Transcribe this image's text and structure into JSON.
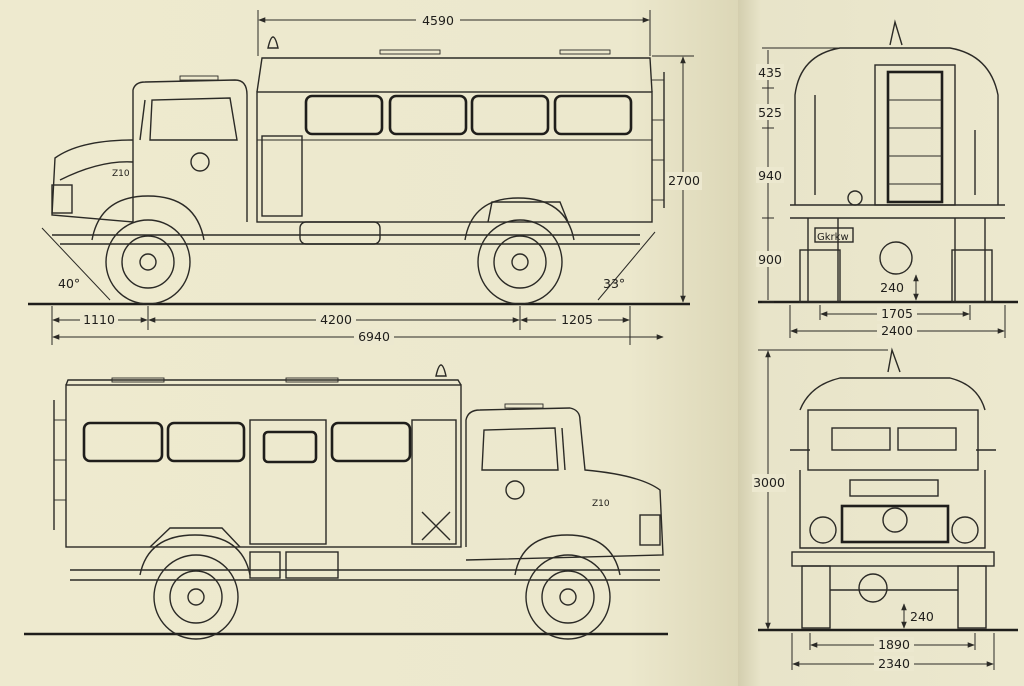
{
  "side_view_right": {
    "overall_body_length": "4590",
    "height": "2700",
    "front_overhang": "1110",
    "wheelbase": "4200",
    "rear_overhang": "1205",
    "overall_length": "6940",
    "approach_angle": "40°",
    "departure_angle": "33°",
    "cab_marking": "Z10"
  },
  "side_view_left": {
    "cab_marking": "Z10"
  },
  "rear_view": {
    "roof_section": "435",
    "upper_section": "525",
    "body_section": "940",
    "frame_height": "900",
    "ground_clearance": "240",
    "track": "1705",
    "overall_width": "2400",
    "plate_text": "Gkrkw"
  },
  "front_view": {
    "overall_height": "3000",
    "ground_clearance": "240",
    "track": "1890",
    "overall_width": "2340"
  }
}
